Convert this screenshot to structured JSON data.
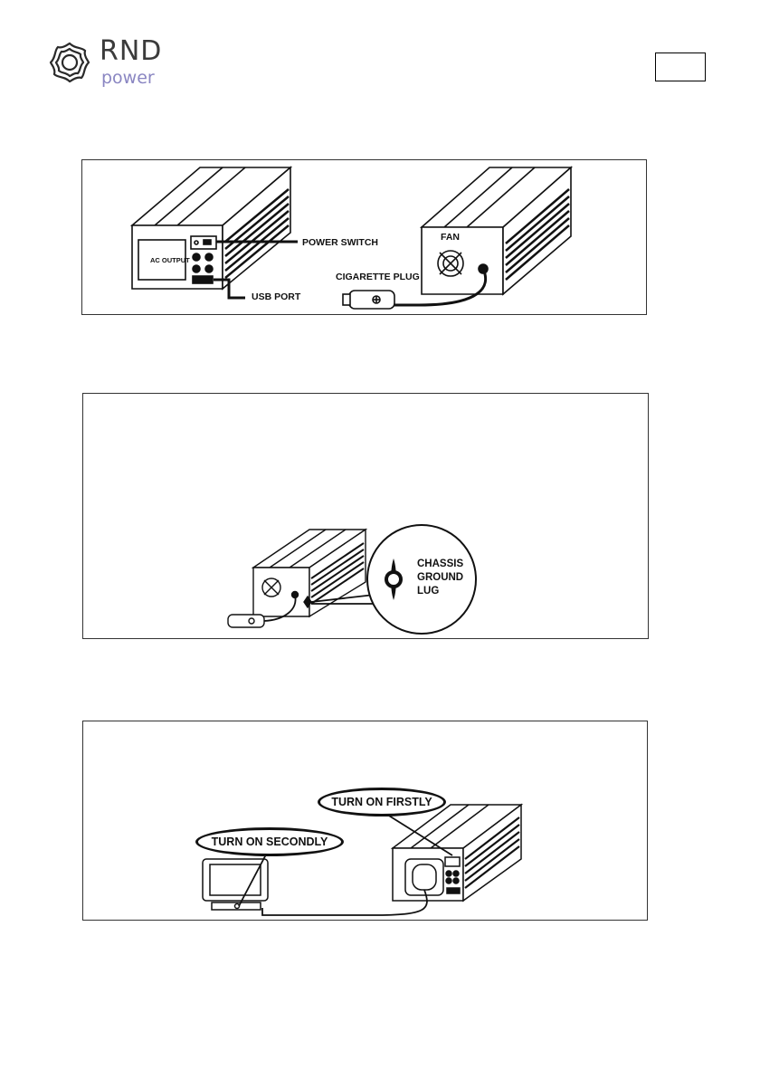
{
  "brand": {
    "name": "RND",
    "sub": "power"
  },
  "figures": {
    "fig1": {
      "ac_output": "AC OUTPUT",
      "power_switch": "POWER SWITCH",
      "usb_port": "USB PORT",
      "fan": "FAN",
      "cigarette_plug": "CIGARETTE PLUG"
    },
    "fig2": {
      "chassis_line1": "CHASSIS",
      "chassis_line2": "GROUND",
      "chassis_line3": "LUG"
    },
    "fig3": {
      "turn_on_firstly": "TURN ON FIRSTLY",
      "turn_on_secondly": "TURN ON SECONDLY"
    }
  },
  "colors": {
    "brand_text": "#3b3b3b",
    "brand_sub": "#8a86c2",
    "line": "#111111"
  }
}
